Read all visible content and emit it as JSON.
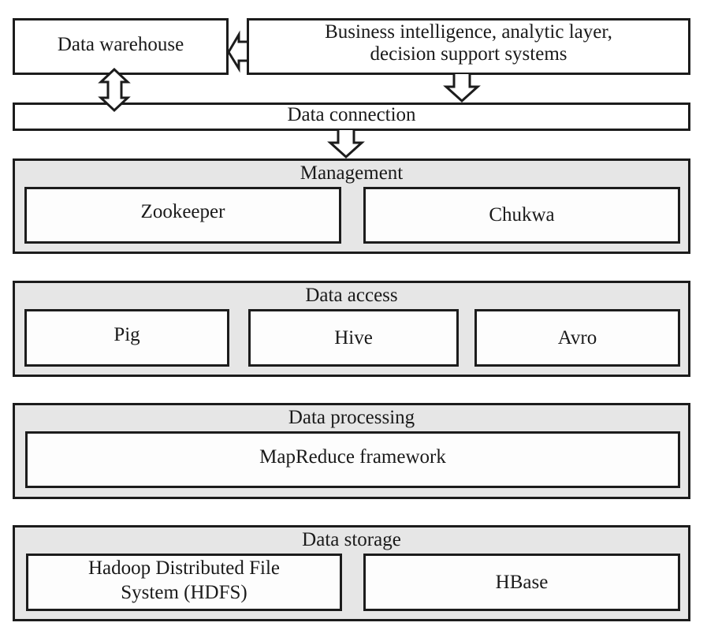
{
  "top": {
    "data_warehouse": "Data warehouse",
    "business_intelligence": [
      "Business intelligence, analytic layer,",
      "decision support systems"
    ],
    "data_connection": "Data connection"
  },
  "layers": [
    {
      "title": "Management",
      "components": [
        "Zookeeper",
        "Chukwa"
      ]
    },
    {
      "title": "Data access",
      "components": [
        "Pig",
        "Hive",
        "Avro"
      ]
    },
    {
      "title": "Data processing",
      "components": [
        "MapReduce framework"
      ]
    },
    {
      "title": "Data storage",
      "components": [
        "Hadoop Distributed File System (HDFS)",
        "HBase"
      ],
      "hdfs_lines": [
        "Hadoop Distributed File",
        "System (HDFS)"
      ]
    }
  ],
  "colors": {
    "layer_fill": "#e6e6e6",
    "border": "#1c1c1c"
  }
}
